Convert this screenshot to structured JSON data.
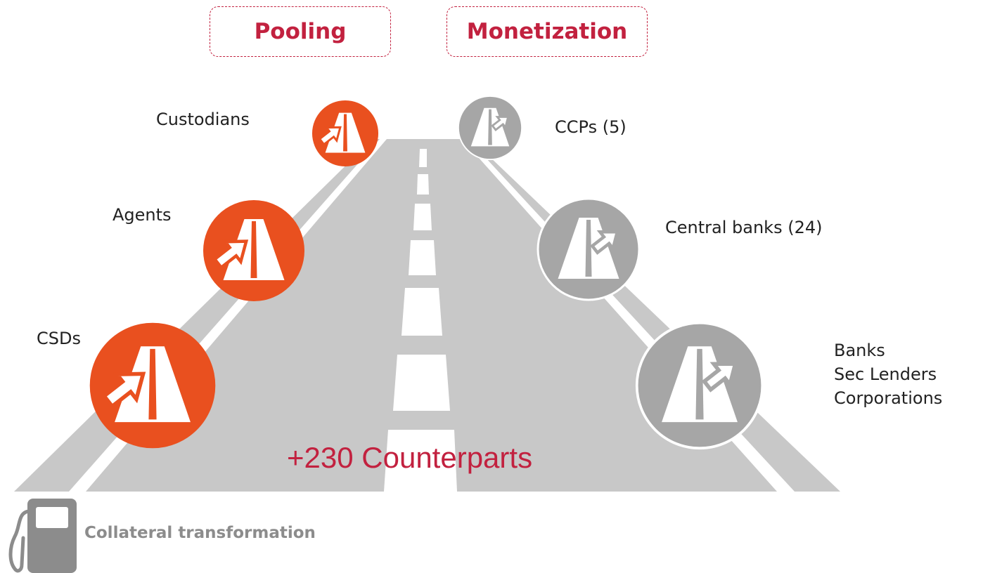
{
  "headers": {
    "pooling": "Pooling",
    "monetization": "Monetization"
  },
  "pooling": [
    {
      "label": "Custodians"
    },
    {
      "label": "Agents"
    },
    {
      "label": "CSDs"
    }
  ],
  "monetization": [
    {
      "label": "CCPs (5)"
    },
    {
      "label": "Central banks (24)"
    },
    {
      "label_lines": [
        "Banks",
        "Sec Lenders",
        "Corporations"
      ]
    }
  ],
  "road": {
    "counterparts": "+230 Counterparts"
  },
  "footer": {
    "label": "Collateral transformation",
    "icon": "fuel-pump-icon"
  },
  "colors": {
    "accent": "#c2213f",
    "pooling": "#e9501f",
    "monetization": "#a6a6a6",
    "road": "#c8c8c8"
  }
}
